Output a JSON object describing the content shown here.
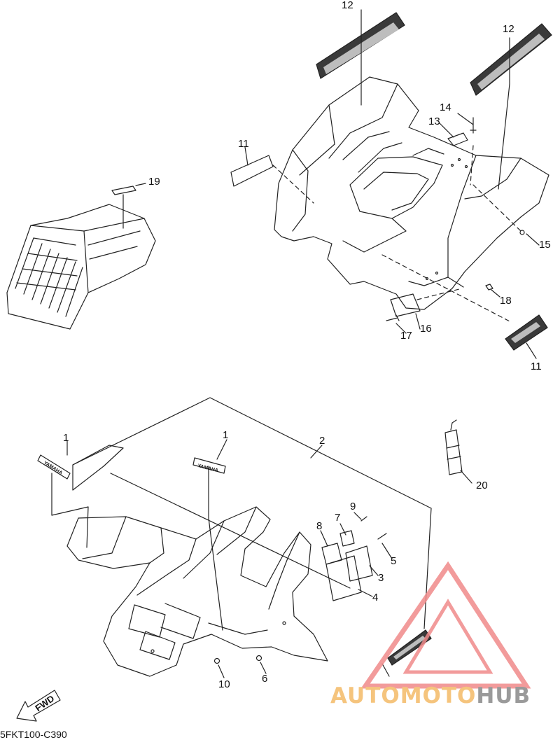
{
  "diagram": {
    "drawing_code": "5FKT100-C390",
    "fwd_label": "FWD",
    "decal_text": "YAMAHA",
    "watermark": {
      "part1": "AUTOMOTO",
      "part2": "HUB"
    },
    "colors": {
      "line": "#222222",
      "watermark_triangle": "#f08a8a",
      "watermark_auto": "#f5c47d",
      "watermark_hub": "#9a9a9a"
    }
  },
  "callouts": {
    "c1a": "1",
    "c1b": "1",
    "c2": "2",
    "c3": "3",
    "c4": "4",
    "c5": "5",
    "c6": "6",
    "c7": "7",
    "c8": "8",
    "c9": "9",
    "c10": "10",
    "c11a": "11",
    "c11b": "11",
    "c12a": "12",
    "c12b": "12",
    "c13": "13",
    "c14": "14",
    "c15": "15",
    "c16": "16",
    "c17": "17",
    "c18": "18",
    "c19": "19",
    "c20": "20"
  }
}
